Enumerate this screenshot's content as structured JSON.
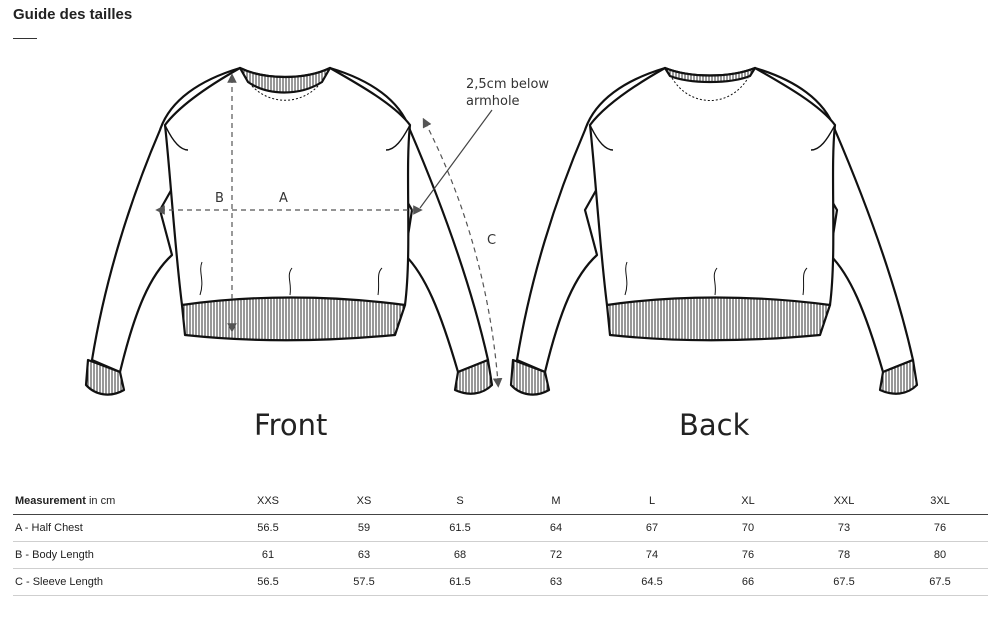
{
  "title": "Guide des tailles",
  "figure": {
    "front_label": "Front",
    "back_label": "Back",
    "note": "2,5cm below armhole",
    "label_a": "A",
    "label_b": "B",
    "label_c": "C"
  },
  "table": {
    "header_strong": "Measurement",
    "header_unit": " in cm",
    "sizes": [
      "XXS",
      "XS",
      "S",
      "M",
      "L",
      "XL",
      "XXL",
      "3XL"
    ],
    "rows": [
      {
        "label": "A - Half Chest",
        "values": [
          "56.5",
          "59",
          "61.5",
          "64",
          "67",
          "70",
          "73",
          "76"
        ]
      },
      {
        "label": "B - Body Length",
        "values": [
          "61",
          "63",
          "68",
          "72",
          "74",
          "76",
          "78",
          "80"
        ]
      },
      {
        "label": "C - Sleeve Length",
        "values": [
          "56.5",
          "57.5",
          "61.5",
          "63",
          "64.5",
          "66",
          "67.5",
          "67.5"
        ]
      }
    ]
  }
}
